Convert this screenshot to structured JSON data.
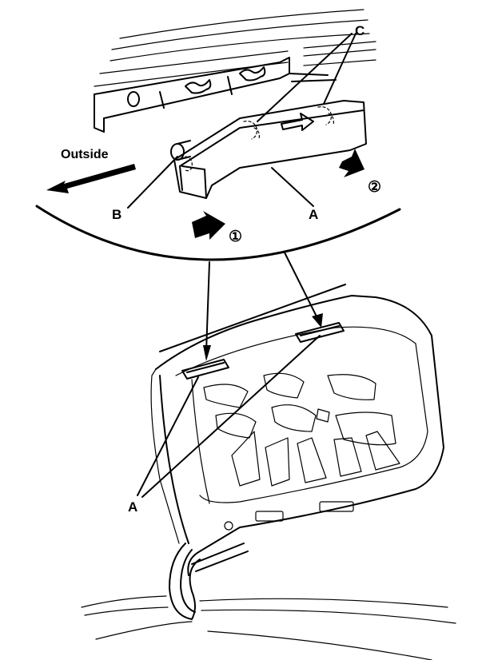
{
  "labels": {
    "callout_c": "C",
    "callout_b": "B",
    "callout_a_detail": "A",
    "callout_a_lid": "A",
    "direction_outside": "Outside",
    "step_1": "①",
    "step_2": "②"
  }
}
